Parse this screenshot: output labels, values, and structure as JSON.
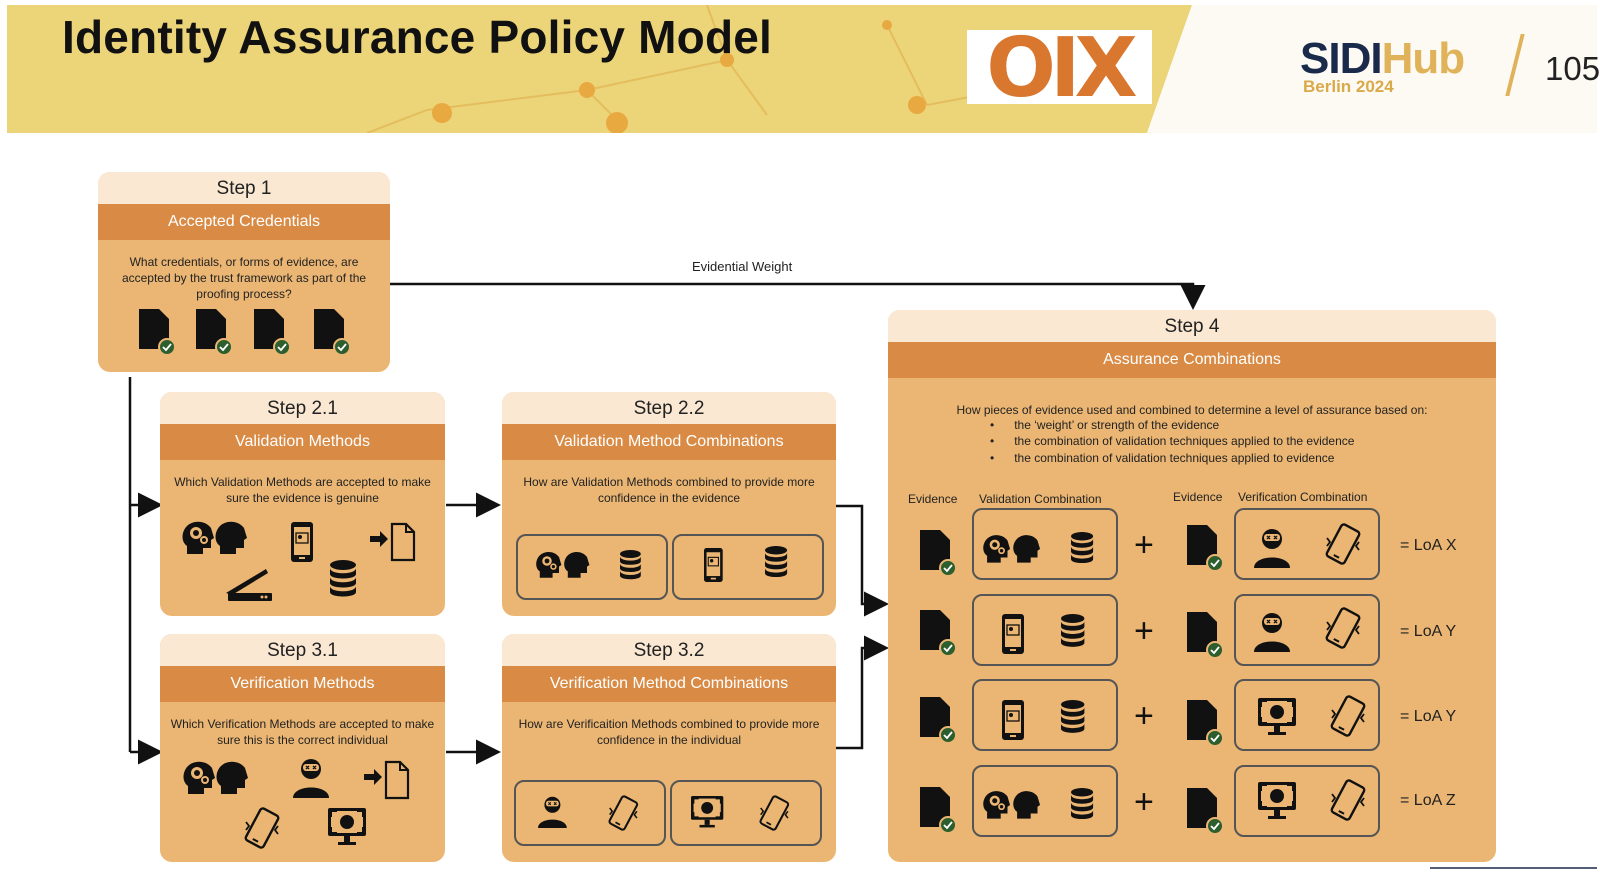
{
  "header": {
    "title": "Identity Assurance Policy Model",
    "oix_logo": "OIX",
    "sidi_logo_part1": "SIDI",
    "sidi_logo_part2": "Hub",
    "sidi_sub": "Berlin 2024",
    "page_number": "105"
  },
  "arrow_label": "Evidential Weight",
  "step1": {
    "step": "Step 1",
    "title": "Accepted Credentials",
    "desc": "What credentials, or forms of evidence, are accepted by the trust framework as part of the proofing process?"
  },
  "step21": {
    "step": "Step 2.1",
    "title": "Validation Methods",
    "desc": "Which Validation Methods are accepted to make sure the evidence is genuine"
  },
  "step22": {
    "step": "Step 2.2",
    "title": "Validation Method Combinations",
    "desc": "How are Validation Methods combined to provide more confidence in the evidence"
  },
  "step31": {
    "step": "Step 3.1",
    "title": "Verification Methods",
    "desc": "Which Verification Methods are accepted to make sure this is the correct individual"
  },
  "step32": {
    "step": "Step 3.2",
    "title": "Verification Method Combinations",
    "desc": "How are Verificaition Methods combined to provide more confidence in the individual"
  },
  "step4": {
    "step": "Step 4",
    "title": "Assurance Combinations",
    "intro": "How pieces of evidence used and combined to determine a level of assurance based on:",
    "bullets": [
      "the ‘weight’ or strength of the evidence",
      "the combination of validation techniques applied to the evidence",
      "the combination of validation techniques applied to evidence"
    ],
    "col_evidence": "Evidence",
    "col_validation": "Validation Combination",
    "col_evidence2": "Evidence",
    "col_verification": "Verification Combination",
    "plus": "+",
    "rows": [
      "= LoA X",
      "= LoA Y",
      "= LoA Y",
      "= LoA Z"
    ]
  },
  "colors": {
    "box": "#ebb673",
    "bar": "#d98b45",
    "header": "#fbe8d3",
    "banner": "#ecd478"
  },
  "icons": [
    "document-check-icon",
    "head-gears-icon",
    "head-icon",
    "scanner-icon",
    "phone-id-icon",
    "database-icon",
    "arrow-document-icon",
    "person-mask-icon",
    "phone-vibrate-icon",
    "monitor-face-icon"
  ]
}
